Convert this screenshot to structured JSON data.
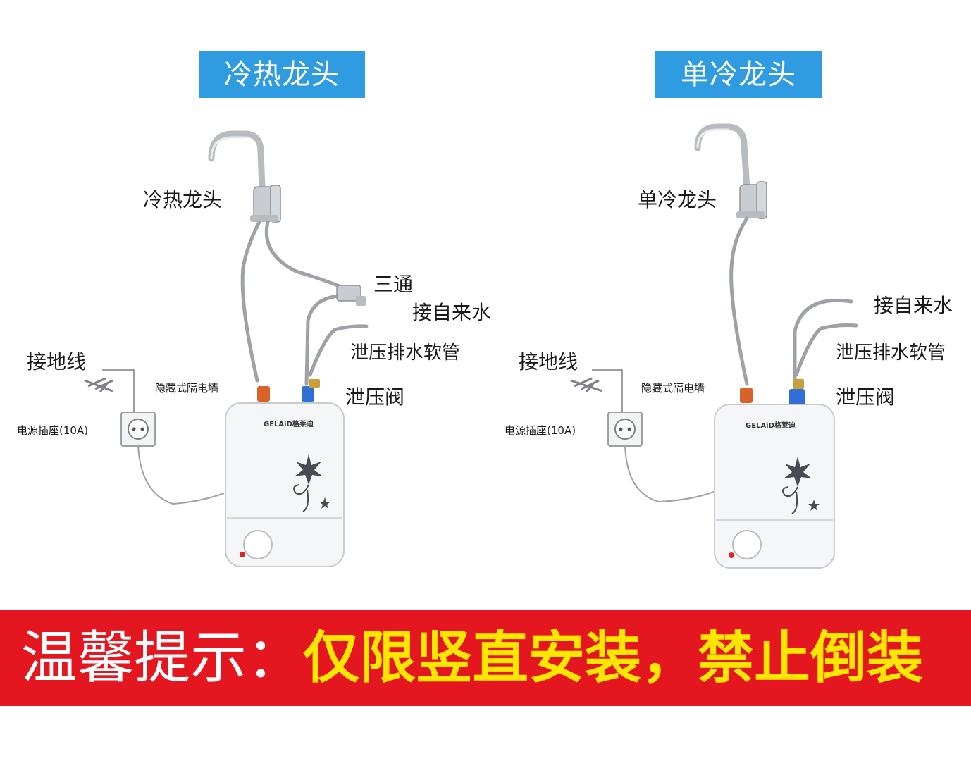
{
  "panels": {
    "left": {
      "title": "冷热龙头",
      "labels": {
        "faucet": "冷热龙头",
        "tee": "三通",
        "inlet": "接自来水",
        "ground": "接地线",
        "drain_hose": "泄压排水软管",
        "wall": "隐藏式隔电墙",
        "relief_valve": "泄压阀",
        "socket": "电源插座(10A)"
      },
      "brand": "GELAiD格莱迪"
    },
    "right": {
      "title": "单冷龙头",
      "labels": {
        "faucet": "单冷龙头",
        "inlet": "接自来水",
        "ground": "接地线",
        "drain_hose": "泄压排水软管",
        "wall": "隐藏式隔电墙",
        "relief_valve": "泄压阀",
        "socket": "电源插座(10A)"
      },
      "brand": "GELAiD格莱迪"
    }
  },
  "banner": {
    "lead": "温馨提示：",
    "main": "仅限竖直安装，禁止倒装"
  },
  "colors": {
    "title_bg": "#2f9be1",
    "banner_bg": "#e4161f",
    "banner_highlight": "#ffe600",
    "hot_connector": "#d9622b",
    "cold_connector": "#2f6fd6"
  }
}
